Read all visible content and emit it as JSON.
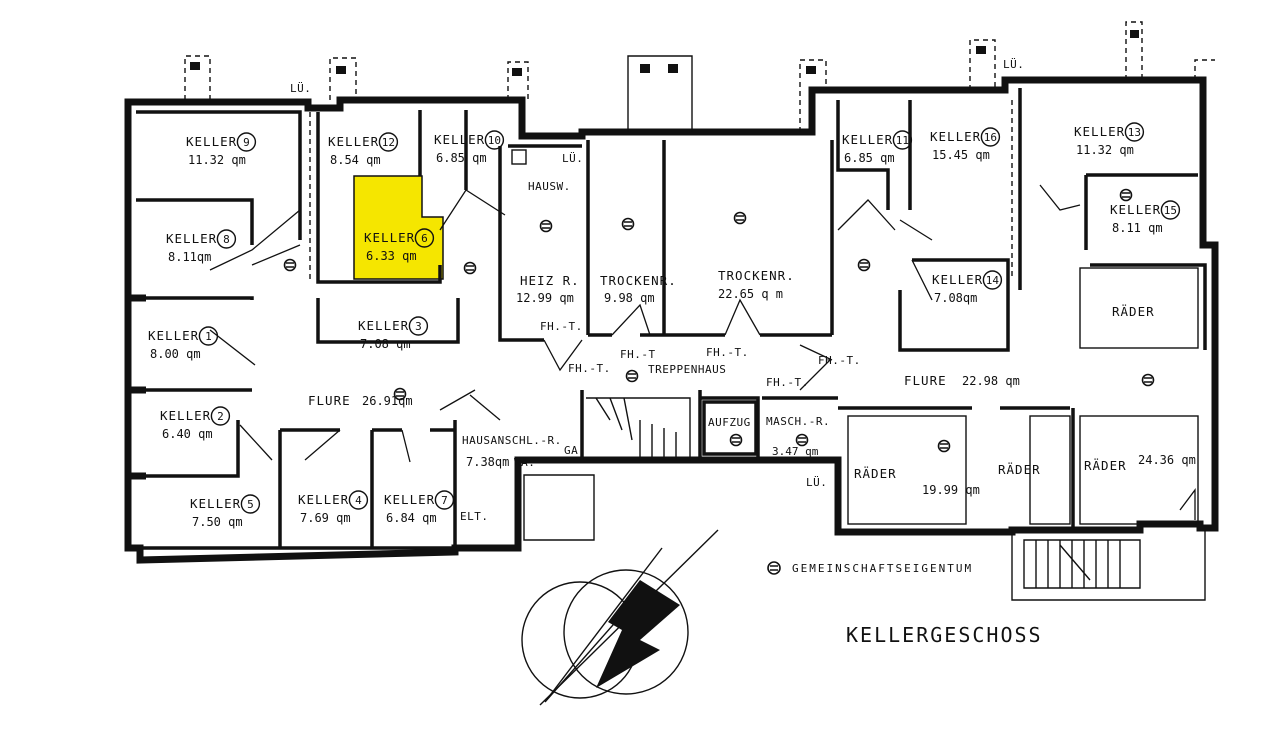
{
  "drawing_title": "KELLERGESCHOSS",
  "legend": {
    "text": "GEMEINSCHAFTSEIGENTUM"
  },
  "highlight_color": "#f5e600",
  "cellars": [
    {
      "id": "keller-9",
      "label": "KELLER",
      "number": "9",
      "area": "11.32 qm"
    },
    {
      "id": "keller-12",
      "label": "KELLER",
      "number": "12",
      "area": "8.54 qm"
    },
    {
      "id": "keller-10",
      "label": "KELLER",
      "number": "10",
      "area": "6.85 qm"
    },
    {
      "id": "keller-8",
      "label": "KELLER",
      "number": "8",
      "area": "8.11qm"
    },
    {
      "id": "keller-6",
      "label": "KELLER",
      "number": "6",
      "area": "6.33 qm",
      "highlighted": true
    },
    {
      "id": "keller-1",
      "label": "KELLER",
      "number": "1",
      "area": "8.00 qm"
    },
    {
      "id": "keller-3",
      "label": "KELLER",
      "number": "3",
      "area": "7.08 qm"
    },
    {
      "id": "keller-2",
      "label": "KELLER",
      "number": "2",
      "area": "6.40 qm"
    },
    {
      "id": "keller-5",
      "label": "KELLER",
      "number": "5",
      "area": "7.50 qm"
    },
    {
      "id": "keller-4",
      "label": "KELLER",
      "number": "4",
      "area": "7.69 qm"
    },
    {
      "id": "keller-7",
      "label": "KELLER",
      "number": "7",
      "area": "6.84 qm"
    },
    {
      "id": "keller-11",
      "label": "KELLER",
      "number": "11",
      "area": "6.85 qm"
    },
    {
      "id": "keller-16",
      "label": "KELLER",
      "number": "16",
      "area": "15.45 qm"
    },
    {
      "id": "keller-13",
      "label": "KELLER",
      "number": "13",
      "area": "11.32 qm"
    },
    {
      "id": "keller-15",
      "label": "KELLER",
      "number": "15",
      "area": "8.11 qm"
    },
    {
      "id": "keller-14",
      "label": "KELLER",
      "number": "14",
      "area": "7.08qm"
    }
  ],
  "rooms": {
    "hausw": "HAUSW.",
    "heizr": "HEIZ R.",
    "heizr_area": "12.99 qm",
    "trocken1": "TROCKENR.",
    "trocken1_area": "9.98 qm",
    "trocken2": "TROCKENR.",
    "trocken2_area": "22.65 q m",
    "flure_left": "FLURE",
    "flure_left_area": "26.91qm",
    "flure_right": "FLURE",
    "flure_right_area": "22.98 qm",
    "treppenhaus": "TREPPENHAUS",
    "aufzug": "AUFZUG",
    "masch": "MASCH.-R.",
    "masch_area": "3.47 qm",
    "hausanschl": "HAUSANSCHL.-R.",
    "hausanschl_area": "7.38qm",
    "wa": "WA.",
    "ga": "GA",
    "elt": "ELT.",
    "raeder_top": "RÄDER",
    "raeder_1": "RÄDER",
    "raeder_area": "19.99 qm",
    "raeder_2": "RÄDER",
    "raeder_3": "RÄDER",
    "raeder_area_2": "24.36 qm"
  },
  "marks": {
    "lue": "LÜ.",
    "fht": "FH.-T.",
    "fht_short": "FH.-T",
    "fh_short": "FH.-T."
  }
}
